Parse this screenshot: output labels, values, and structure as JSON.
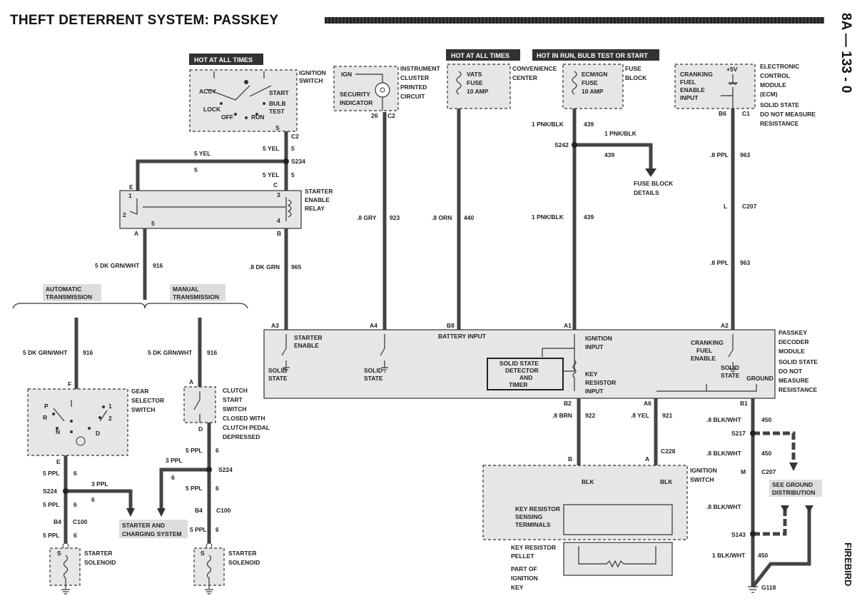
{
  "title": "THEFT DETERRENT SYSTEM: PASSKEY",
  "page_code": "8A — 133 - 0",
  "side_label": "FIREBIRD",
  "headers": {
    "hot1": "HOT AT ALL TIMES",
    "hot2": "HOT AT ALL TIMES",
    "hot3": "HOT IN RUN, BULB TEST OR START"
  },
  "ignition_switch": {
    "name_lines": [
      "IGNITION",
      "SWITCH"
    ],
    "positions": [
      "ACCY",
      "START",
      "LOCK",
      "BULB",
      "TEST",
      "OFF",
      "RUN"
    ],
    "pin": "S",
    "connector": "C2",
    "conn_pin": "5"
  },
  "cluster": {
    "name_lines": [
      "INSTRUMENT",
      "CLUSTER",
      "PRINTED",
      "CIRCUIT"
    ],
    "ign": "IGN",
    "indicator_lines": [
      "SECURITY",
      "INDICATOR"
    ],
    "pin": "26",
    "connector": "C2"
  },
  "vats_fuse": {
    "line1": "VATS",
    "line2": "FUSE",
    "line3": "10 AMP"
  },
  "convenience_center": [
    "CONVENIENCE",
    "CENTER"
  ],
  "ecm_fuse": {
    "line1": "ECM/IGN",
    "line2": "FUSE",
    "line3": "10 AMP"
  },
  "fuse_block": [
    "FUSE",
    "BLOCK"
  ],
  "ecm": {
    "input_lines": [
      "CRANKING",
      "FUEL",
      "ENABLE",
      "INPUT"
    ],
    "voltage": "+5V",
    "name_lines": [
      "ELECTRONIC",
      "CONTROL",
      "MODULE",
      "(ECM)",
      "SOLID STATE",
      "DO NOT MEASURE",
      "RESISTANCE"
    ],
    "pin": "B6",
    "connector": "C1"
  },
  "starter_relay": {
    "name_lines": [
      "STARTER",
      "ENABLE",
      "RELAY"
    ],
    "pins": [
      "E",
      "1",
      "3",
      "2",
      "4",
      "5",
      "A",
      "B"
    ]
  },
  "splices": {
    "s234": "S234",
    "s242": "S242",
    "s217": "S217",
    "s143": "S143",
    "s224a": "S224",
    "s224b": "S224"
  },
  "connectors": {
    "c207a": "C207",
    "c207b": "C207",
    "c228": "C228",
    "c100a": "C100",
    "c100b": "C100",
    "c207a_pin": "L",
    "c207b_pin": "M"
  },
  "wires": {
    "yel_a": "5 YEL",
    "yel_b": "5",
    "yel_c": "5 YEL",
    "yel_d": "5 YEL",
    "yel_e": "5",
    "yel_pin": "C",
    "dkgrnwht": "5 DK GRN/WHT",
    "n916": "916",
    "dkgrn": ".8 DK GRN",
    "n965": "965",
    "gry": ".8 GRY",
    "n923": "923",
    "orn": ".8 ORN",
    "n440": "440",
    "pnkblk_a": "1 PNK/BLK",
    "n439a": "439",
    "pnkblk_b": "1 PNK/BLK",
    "n439b": "439",
    "pnkblk_c": "1 PNK/BLK",
    "n439c": "439",
    "ppl_a": ".8 PPL",
    "n963a": "963",
    "ppl_b": ".8 PPL",
    "n963b": "963",
    "brn": ".8 BRN",
    "n922": "922",
    "yel8": ".8 YEL",
    "n921": "921",
    "blkwht_a": ".8 BLK/WHT",
    "n450a": "450",
    "blkwht_b": ".8 BLK/WHT",
    "n450b": "450",
    "blkwht_c": ".8 BLK/WHT",
    "blkwht_d": "1 BLK/WHT",
    "n450c": "450",
    "dkgrnwht_l": "5 DK GRN/WHT",
    "n916l": "916",
    "dkgrnwht_r": "5 DK GRN/WHT",
    "n916r": "916",
    "ppl5_a": "5 PPL",
    "n6a": "6",
    "ppl5_b": "5 PPL",
    "n6b": "6",
    "ppl5_c": "5 PPL",
    "n6c": "6",
    "ppl3_a": "3 PPL",
    "n6d": "6",
    "ppl3_b": "3 PPL",
    "n6e": "6",
    "ppl5_d": "5 PPL",
    "n6f": "6",
    "ppl5_e": "5 PPL",
    "n6g": "6",
    "ppl5_f": "5 PPL",
    "n6h": "6",
    "blk_a": "BLK",
    "blk_b": "BLK"
  },
  "fuse_block_details": [
    "FUSE BLOCK",
    "DETAILS"
  ],
  "transmission": {
    "automatic": [
      "AUTOMATIC",
      "TRANSMISSION"
    ],
    "manual": [
      "MANUAL",
      "TRANSMISSION"
    ]
  },
  "decoder": {
    "name_lines": [
      "PASSKEY",
      "DECODER",
      "MODULE",
      "SOLID STATE",
      "DO NOT",
      "MEASURE",
      "RESISTANCE"
    ],
    "pins": {
      "a3": "A3",
      "a4": "A4",
      "b8": "B8",
      "a1": "A1",
      "a2": "A2",
      "b2": "B2",
      "a6": "A6",
      "b1": "B1"
    },
    "starter_enable": [
      "STARTER",
      "ENABLE"
    ],
    "solid_state": "SOLID",
    "state": "STATE",
    "battery_input": "BATTERY INPUT",
    "ignition_input": [
      "IGNITION",
      "INPUT"
    ],
    "detector_lines": [
      "SOLID STATE",
      "DETECTOR",
      "AND",
      "TIMER"
    ],
    "key_resistor_input": [
      "KEY",
      "RESISTOR",
      "INPUT"
    ],
    "cranking": [
      "CRANKING",
      "FUEL",
      "ENABLE"
    ],
    "ground": "GROUND"
  },
  "ignition_switch_lower": {
    "name_lines": [
      "IGNITION",
      "SWITCH"
    ],
    "sensing_lines": [
      "KEY RESISTOR",
      "SENSING",
      "TERMINALS"
    ],
    "pin_b": "B",
    "pin_a": "A"
  },
  "key_pellet": [
    "KEY RESISTOR",
    "PELLET",
    "PART OF",
    "IGNITION",
    "KEY"
  ],
  "ground": {
    "see_lines": [
      "SEE GROUND",
      "DISTRIBUTION"
    ],
    "g118": "G118"
  },
  "gear_selector": {
    "name_lines": [
      "GEAR",
      "SELECTOR",
      "SWITCH"
    ],
    "positions": [
      "P",
      "R",
      "N",
      "D",
      "2",
      "1"
    ],
    "pins": [
      "F",
      "E",
      "B4"
    ]
  },
  "clutch_switch": {
    "name_lines": [
      "CLUTCH",
      "START",
      "SWITCH",
      "CLOSED WITH",
      "CLUTCH PEDAL",
      "DEPRESSED"
    ],
    "pins": [
      "A",
      "D",
      "B4"
    ]
  },
  "starter_charging": [
    "STARTER AND",
    "CHARGING SYSTEM"
  ],
  "starter_solenoid": [
    "STARTER",
    "SOLENOID"
  ],
  "solenoid_pin": "S"
}
